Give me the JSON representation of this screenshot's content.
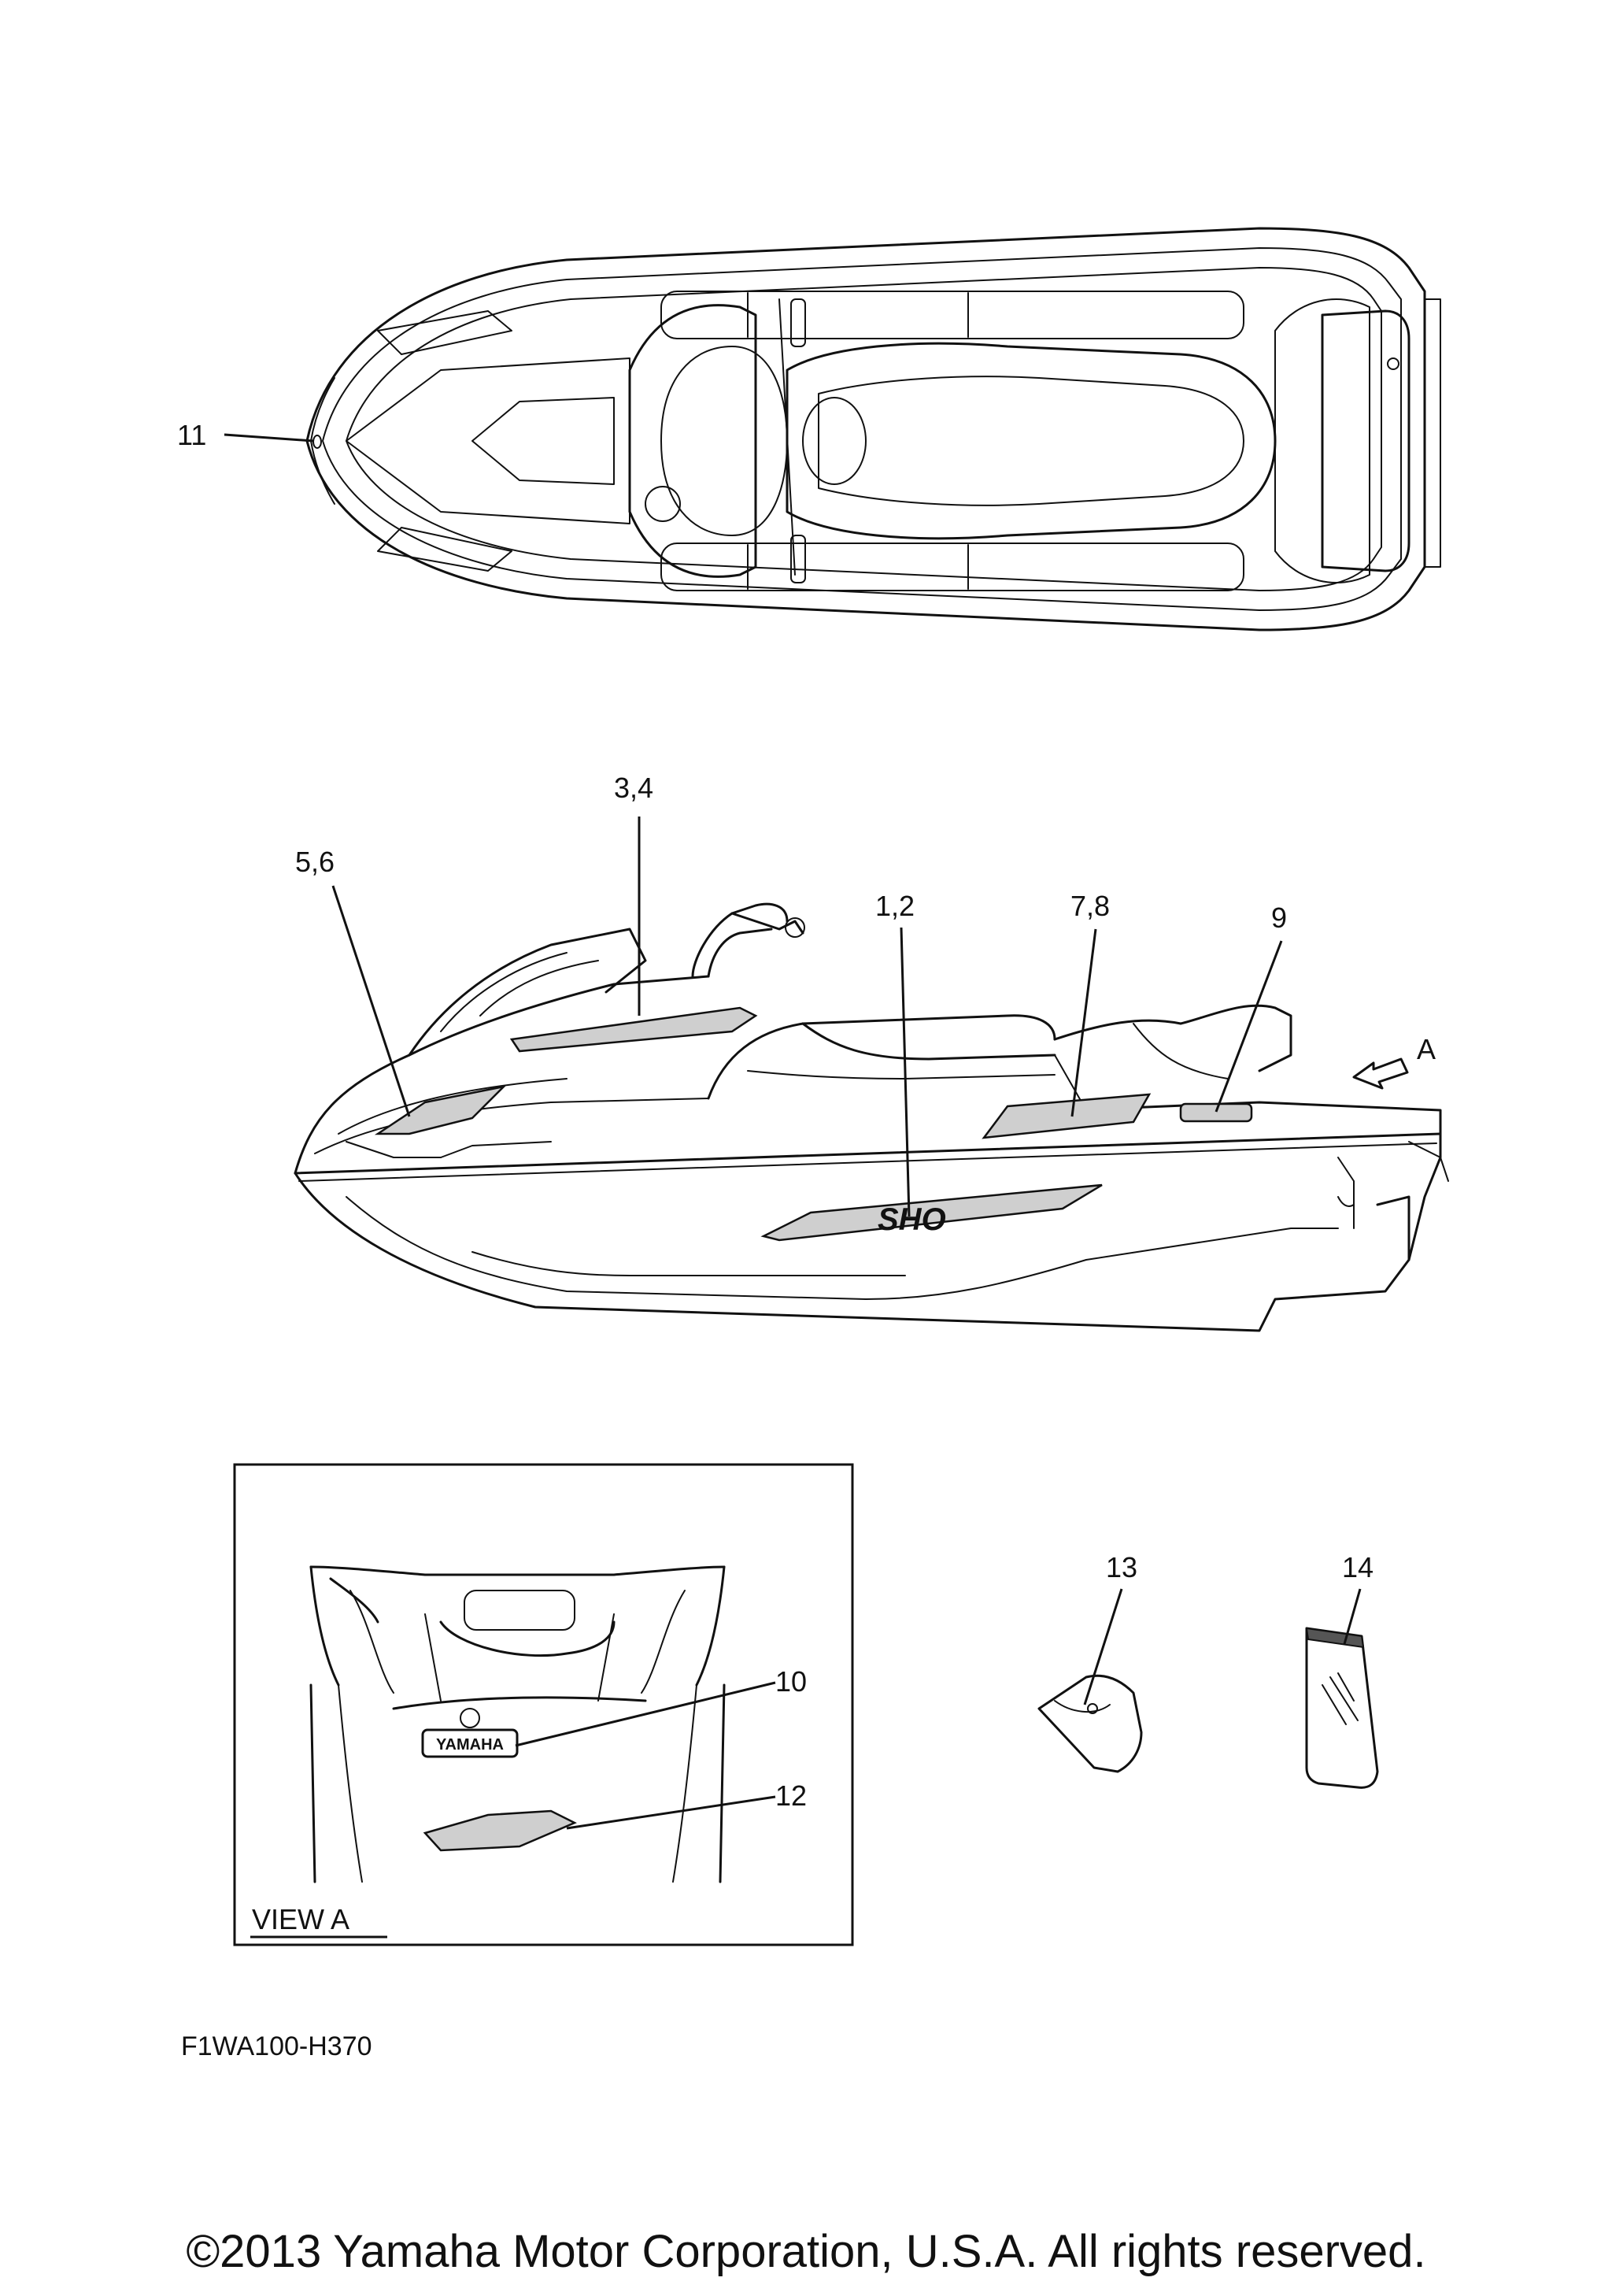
{
  "callouts": {
    "c1_2": "1,2",
    "c3_4": "3,4",
    "c5_6": "5,6",
    "c7_8": "7,8",
    "c9": "9",
    "c10": "10",
    "c11": "11",
    "c12": "12",
    "c13": "13",
    "c14": "14",
    "arrow_a": "A"
  },
  "view_a": {
    "label": "VIEW A"
  },
  "decal_text": {
    "yamaha": "YAMAHA",
    "sho": "SHO"
  },
  "diagram_code": "F1WA100-H370",
  "copyright": "©2013 Yamaha Motor Corporation, U.S.A. All rights reserved."
}
